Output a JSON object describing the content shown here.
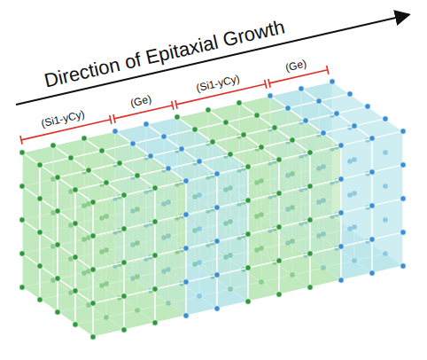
{
  "diagram": {
    "labels": [
      "Direction of Epitaxial Growth",
      "(Si1-yCy)",
      "(Ge)",
      "(Si1-yCy)",
      "(Ge)"
    ]
  }
}
